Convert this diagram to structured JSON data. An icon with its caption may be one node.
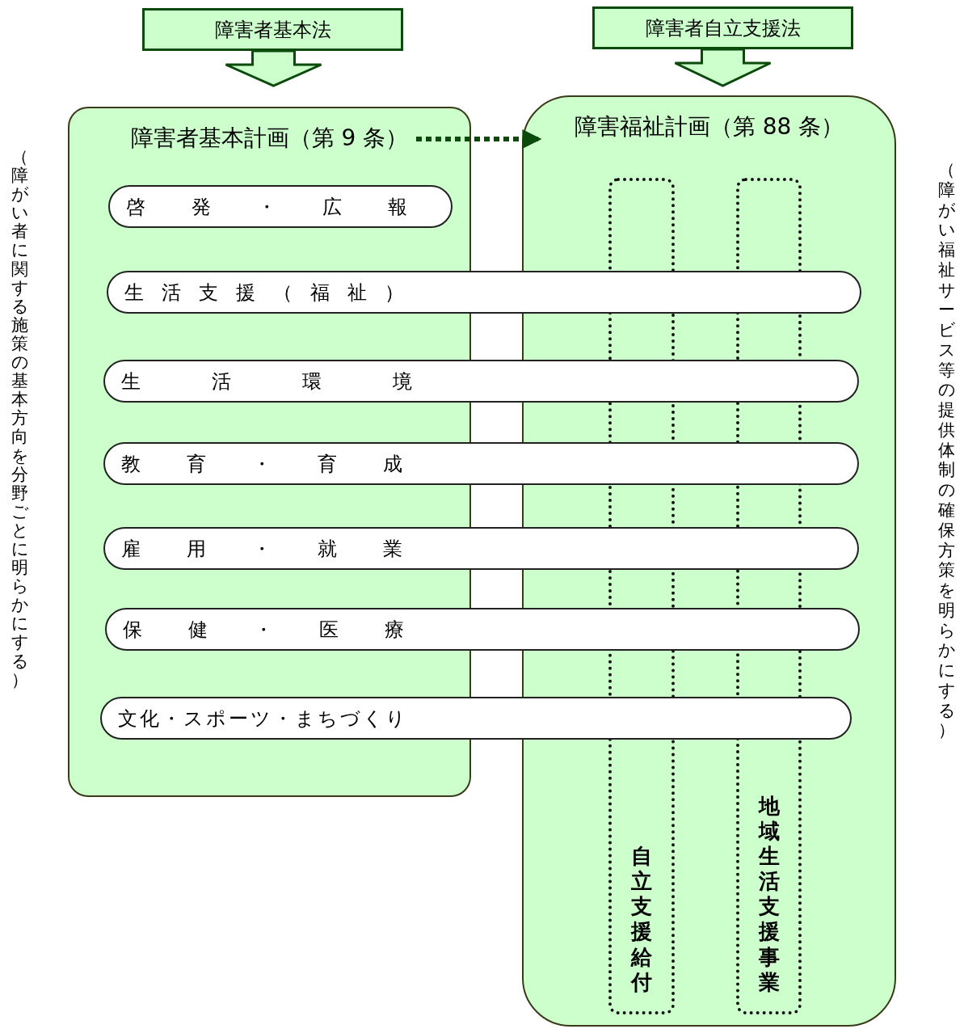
{
  "diagram": {
    "nodes": [
      {
        "text": [
          "障害者基本法"
        ]
      },
      {
        "text": [
          "障害者自立支援法"
        ]
      },
      {
        "text": [
          "障害者基本計画（第 9 条）"
        ]
      },
      {
        "text": [
          "障害福祉計画（第 88 条）"
        ]
      },
      {
        "text": [
          "啓発・広報"
        ],
        "in": 2
      },
      {
        "text": [
          "生活支援（福祉）"
        ]
      },
      {
        "text": [
          "生活環境"
        ]
      },
      {
        "text": [
          "教育・育成"
        ]
      },
      {
        "text": [
          "雇用・就業"
        ]
      },
      {
        "text": [
          "保健・医療"
        ]
      },
      {
        "text": [
          "文化・スポーツ・まちづくり"
        ]
      },
      {
        "text": [
          "自立支援給付"
        ],
        "in": 3
      },
      {
        "text": [
          "地域生活支援事業"
        ],
        "in": 3
      }
    ],
    "edges": [
      {
        "from": 0,
        "to": 2,
        "arrow": "to",
        "style": "thick"
      },
      {
        "from": 1,
        "to": 3,
        "arrow": "to",
        "style": "thick"
      },
      {
        "from": 2,
        "to": 3,
        "arrow": "to",
        "style": "dashed"
      }
    ],
    "labels": [
      "（障がい者に関する施策の基本方向を分野ごとに明らかにする）",
      "（障がい福祉サービス等の提供体制の確保方策を明らかにする）"
    ]
  }
}
